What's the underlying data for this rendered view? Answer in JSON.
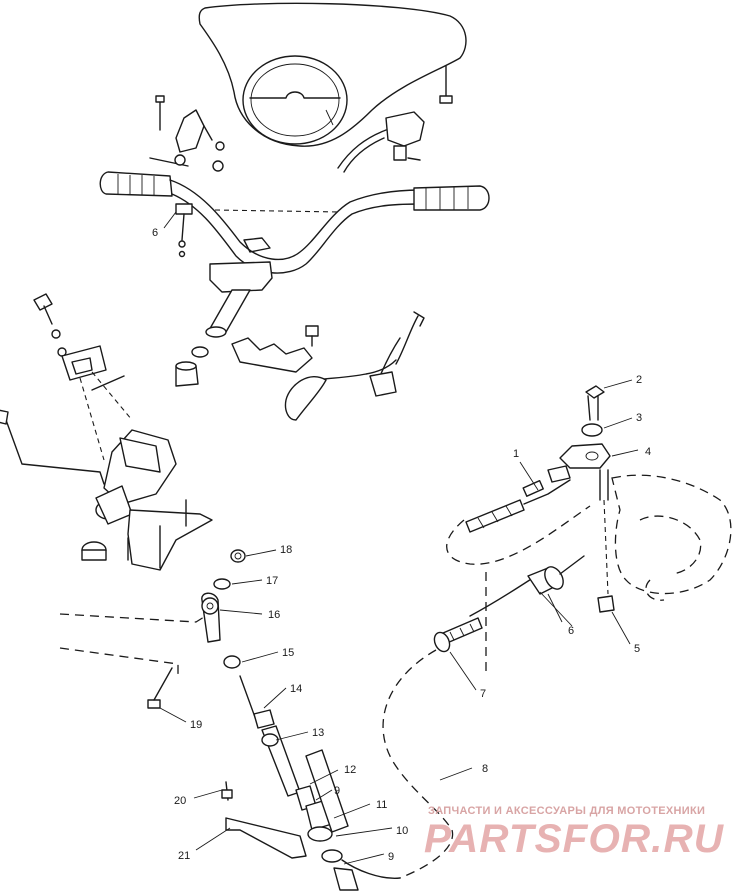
{
  "callouts": [
    {
      "id": "c1",
      "label": "1"
    },
    {
      "id": "c2",
      "label": "2"
    },
    {
      "id": "c3",
      "label": "3"
    },
    {
      "id": "c4",
      "label": "4"
    },
    {
      "id": "c5",
      "label": "5"
    },
    {
      "id": "c6",
      "label": "6"
    },
    {
      "id": "c6b",
      "label": "6"
    },
    {
      "id": "c7",
      "label": "7"
    },
    {
      "id": "c8",
      "label": "8"
    },
    {
      "id": "c9a",
      "label": "9"
    },
    {
      "id": "c9b",
      "label": "9"
    },
    {
      "id": "c10",
      "label": "10"
    },
    {
      "id": "c11",
      "label": "11"
    },
    {
      "id": "c12",
      "label": "12"
    },
    {
      "id": "c13",
      "label": "13"
    },
    {
      "id": "c14",
      "label": "14"
    },
    {
      "id": "c15",
      "label": "15"
    },
    {
      "id": "c16",
      "label": "16"
    },
    {
      "id": "c17",
      "label": "17"
    },
    {
      "id": "c18",
      "label": "18"
    },
    {
      "id": "c19",
      "label": "19"
    },
    {
      "id": "c20",
      "label": "20"
    },
    {
      "id": "c21",
      "label": "21"
    }
  ],
  "watermark": {
    "tagline": "ЗАПЧАСТИ И АКСЕССУАРЫ ДЛЯ МОТОТЕХНИКИ",
    "logo": "PARTSFOR.RU",
    "color": "#e7b2b2"
  }
}
